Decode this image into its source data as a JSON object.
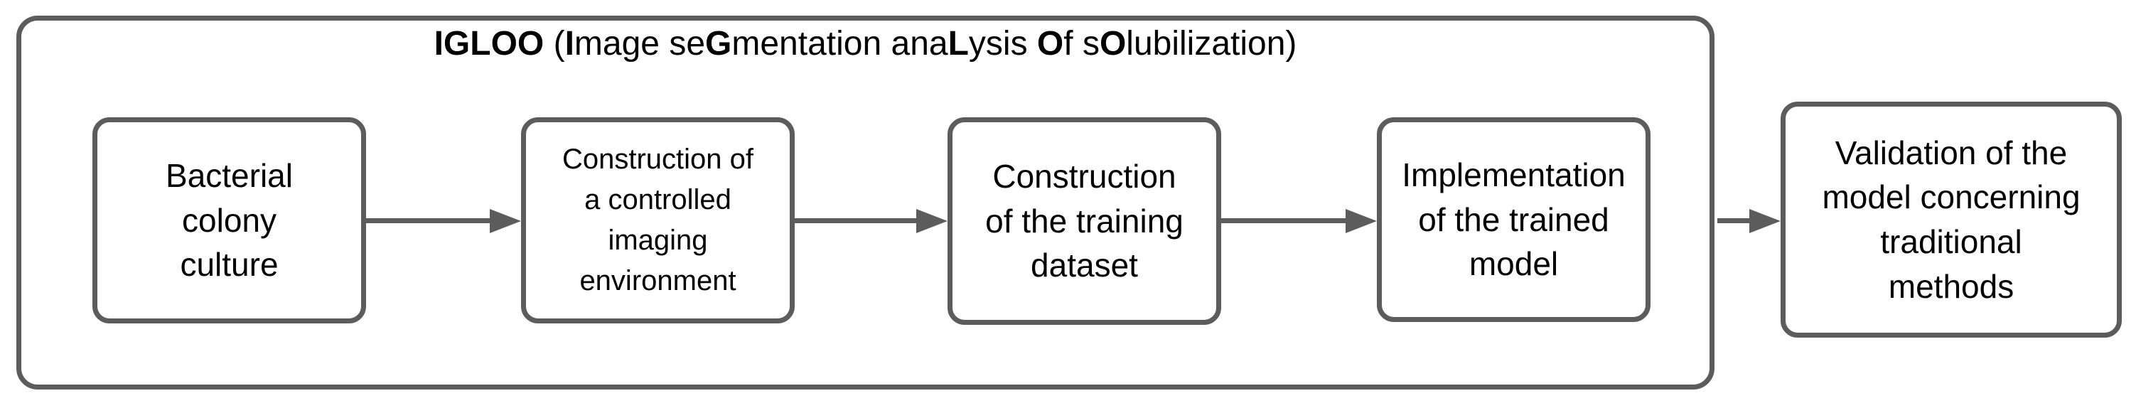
{
  "diagram": {
    "title": {
      "text": "IGLOO (Image seGmentation anaLysis Of sOlubilization)",
      "segments": [
        {
          "text": "IGLOO",
          "bold": true
        },
        {
          "text": " (",
          "bold": false
        },
        {
          "text": "I",
          "bold": true
        },
        {
          "text": "mage se",
          "bold": false
        },
        {
          "text": "G",
          "bold": true
        },
        {
          "text": "mentation ana",
          "bold": false
        },
        {
          "text": "L",
          "bold": true
        },
        {
          "text": "ysis ",
          "bold": false
        },
        {
          "text": "O",
          "bold": true
        },
        {
          "text": "f s",
          "bold": false
        },
        {
          "text": "O",
          "bold": true
        },
        {
          "text": "lubilization)",
          "bold": false
        }
      ]
    },
    "nodes": [
      {
        "id": "bacterial-colony-culture",
        "label": "Bacterial\ncolony\nculture"
      },
      {
        "id": "controlled-imaging-environment",
        "label": "Construction of\na controlled\nimaging\nenvironment"
      },
      {
        "id": "training-dataset-construction",
        "label": "Construction\nof the training\ndataset"
      },
      {
        "id": "trained-model-implementation",
        "label": "Implementation\nof the trained\nmodel"
      },
      {
        "id": "model-validation",
        "label": "Validation of the\nmodel concerning\ntraditional\nmethods"
      }
    ],
    "connections": [
      {
        "from": "bacterial-colony-culture",
        "to": "controlled-imaging-environment"
      },
      {
        "from": "controlled-imaging-environment",
        "to": "training-dataset-construction"
      },
      {
        "from": "training-dataset-construction",
        "to": "trained-model-implementation"
      },
      {
        "from": "igloo-container",
        "to": "model-validation"
      }
    ],
    "colors": {
      "border": "#5c5c5c",
      "arrow": "#5c5c5c",
      "text": "#000000",
      "background": "#ffffff"
    }
  }
}
